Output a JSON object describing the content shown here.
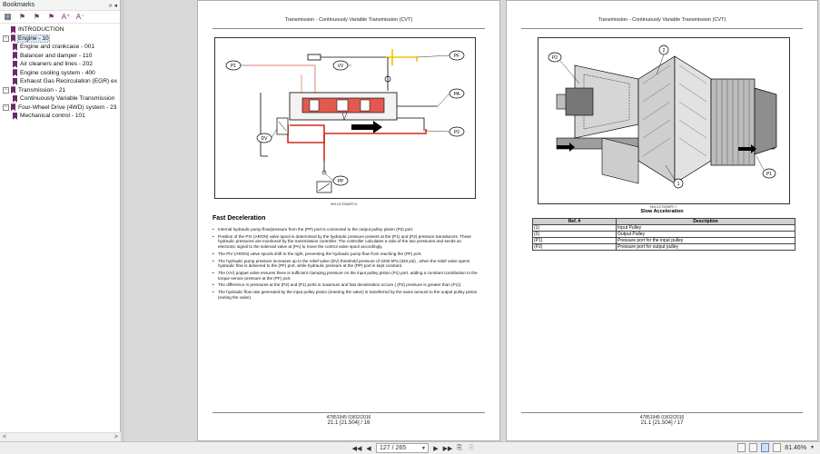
{
  "bookmarks": {
    "title": "Bookmarks",
    "controls": "»  ◂",
    "items": [
      {
        "label": "INTRODUCTION",
        "level": 0,
        "expander": ""
      },
      {
        "label": "Engine - 10",
        "level": 0,
        "expander": "−"
      },
      {
        "label": "Engine and crankcase - 001",
        "level": 1,
        "expander": ""
      },
      {
        "label": "Balancer and damper - 110",
        "level": 1,
        "expander": ""
      },
      {
        "label": "Air cleaners and lines - 202",
        "level": 1,
        "expander": ""
      },
      {
        "label": "Engine cooling system - 400",
        "level": 1,
        "expander": ""
      },
      {
        "label": "Exhaust Gas Recirculation (EGR) ex",
        "level": 1,
        "expander": ""
      },
      {
        "label": "Transmission - 21",
        "level": 0,
        "expander": "−"
      },
      {
        "label": "Continuously Variable Transmission",
        "level": 1,
        "expander": ""
      },
      {
        "label": "Four-Wheel Drive (4WD) system - 23",
        "level": 0,
        "expander": "−"
      },
      {
        "label": "Mechanical control - 101",
        "level": 1,
        "expander": ""
      }
    ],
    "scroll_left": "<",
    "scroll_right": ">"
  },
  "left_page": {
    "header": "Transmission - Continuously Variable Transmission (CVT)",
    "fig_id": "NHLOCT0060P0   6",
    "callouts": [
      "P1",
      "VV",
      "PF",
      "PA",
      "DV",
      "P2",
      "PP"
    ],
    "section_title": "Fast Deceleration",
    "bullets": [
      "Internal hydraulic pump flow/pressure from the (PP) port is connected to the output pulley piston (P2) port.",
      "Position of the PIV (ARON) valve spool is determined by the hydraulic pressure present at the (P1) and (P2) pressure transducers. These hydraulic pressures are monitored by the transmission controller. The controller calculates a ratio of the two pressures and sends an electronic signal to the solenoid valve at (PA) to move the control valve spool accordingly.",
      "The PIV (ARON) valve spools shift to the right, preventing the hydraulic pump flow from reaching the (PF) port.",
      "The hydraulic pump pressure increases up to the relief valve (DV) threshold pressure of 2200 kPa (320 psi) , when the relief valve opens hydraulic flow is delivered to the (PF) port, while hydraulic pressure at the (PP) port is kept constant.",
      "The (VV) poppet valve ensures there is sufficient clamping pressure on the input pulley piston (P1) port, adding a constant contribution to the torque sensor pressure at the (PF) port.",
      "The difference in pressures at the (P2) and (P1) ports is maximum and fast deceleration occurs ( (P2) pressure is greater than (P1)).",
      "The hydraulic flow rate generated by the input pulley piston (entering the valve) is transferred by the same amount to the output pulley piston (exiting the valve)."
    ],
    "footer_code": "47851945 03/02/2016",
    "footer_page": "21.1 [21.504] / 16"
  },
  "right_page": {
    "header": "Transmission - Continuously Variable Transmission (CVT)",
    "fig_id": "NHLOCT0055P0   7",
    "caption": "Slow Acceleration",
    "callouts": [
      "P2",
      "2",
      "1",
      "P1"
    ],
    "table": {
      "headers": [
        "Ref. #",
        "Description"
      ],
      "rows": [
        [
          "(1)",
          "Input Pulley"
        ],
        [
          "(2)",
          "Output Pulley"
        ],
        [
          "(P1)",
          "Pressure port for the input pulley"
        ],
        [
          "(P2)",
          "Pressure port for output pulley"
        ]
      ]
    },
    "footer_code": "47851945 03/02/2016",
    "footer_page": "21.1 [21.504] / 17"
  },
  "toolbar": {
    "first": "◀◀",
    "prev": "◀",
    "page_value": "127 / 265",
    "next": "▶",
    "last": "▶▶",
    "zoom": "81.46%"
  },
  "colors": {
    "panel_bg": "#ffffff",
    "viewer_bg": "#d9d9d9",
    "bookmark_flag": "#6b2a6b",
    "hydraulic_red": "#d42a1f",
    "hydraulic_yellow": "#f2c400"
  }
}
